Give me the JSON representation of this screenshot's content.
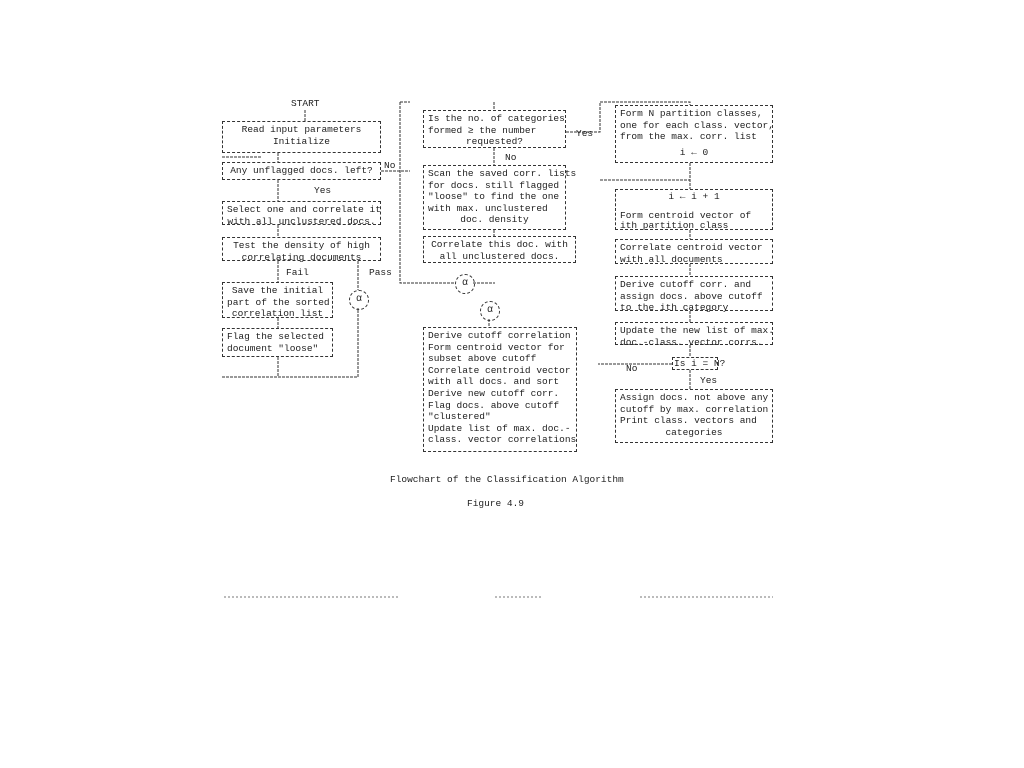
{
  "start": "START",
  "left": {
    "read_input": [
      "Read input parameters",
      "Initialize"
    ],
    "any_unflagged": [
      "Any unflagged docs. left?"
    ],
    "select_one": [
      "Select one and correlate it",
      "with all unclustered docs."
    ],
    "test_density": [
      "Test the density of high",
      "correlating documents"
    ],
    "save_initial": [
      "Save the initial",
      "part of the sorted",
      "correlation list"
    ],
    "flag_selected": [
      "Flag the selected",
      "document \"loose\""
    ],
    "no": "No",
    "yes": "Yes",
    "fail": "Fail",
    "pass": "Pass",
    "alpha": "α"
  },
  "middle": {
    "is_number": [
      "Is the no. of categories",
      "formed ≥ the number",
      "requested?"
    ],
    "scan": [
      "Scan the saved corr. lists",
      "for docs. still flagged",
      "\"loose\" to find the one",
      "with max. unclustered",
      "doc. density"
    ],
    "correlate_doc": [
      "Correlate this doc. with",
      "all unclustered docs."
    ],
    "derive": [
      "Derive cutoff correlation",
      "Form centroid vector for",
      "subset above cutoff",
      "Correlate centroid vector",
      "with all docs. and sort",
      "Derive new cutoff corr.",
      "Flag docs. above cutoff",
      "\"clustered\"",
      "Update list of max. doc.-",
      "class. vector correlations"
    ],
    "yes": "Yes",
    "no": "No",
    "alpha1": "α",
    "alpha2": "α"
  },
  "right": {
    "form_partition": [
      "Form N partition classes,",
      "one for each class. vector,",
      "from the max. corr. list"
    ],
    "i_init": "i ← 0",
    "centroid": [
      "i ← i + 1",
      "",
      "Form centroid vector of",
      "ith partition class"
    ],
    "correlate_centroid": [
      "Correlate centroid vector",
      "with all documents"
    ],
    "derive_cutoff": [
      "Derive cutoff corr. and",
      "assign docs. above cutoff",
      "to the ith category"
    ],
    "update": [
      "Update the new list of max.",
      "doc.-class. vector corrs."
    ],
    "is_i_n": "Is i = N?",
    "no": "No",
    "yes": "Yes",
    "assign": [
      "Assign docs. not above any",
      "cutoff by max. correlation",
      "Print class. vectors and",
      "categories"
    ]
  },
  "caption": "Flowchart of the Classification Algorithm",
  "figure": "Figure  4.9"
}
